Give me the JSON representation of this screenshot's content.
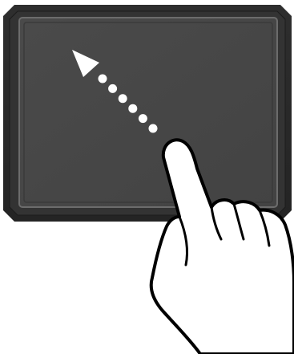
{
  "illustration": {
    "subject": "touchpad-swipe-up-left",
    "gesture": "swipe",
    "direction": "up-left",
    "trail_dot_count": 6
  },
  "colors": {
    "bezel_outer": "#2a2a2a",
    "bezel_inner": "#3b3b3b",
    "pad_surface": "#474747",
    "pad_edge_highlight": "#6c6c6c",
    "trail": "#ffffff",
    "hand_fill": "#ffffff",
    "hand_outline": "#000000"
  }
}
